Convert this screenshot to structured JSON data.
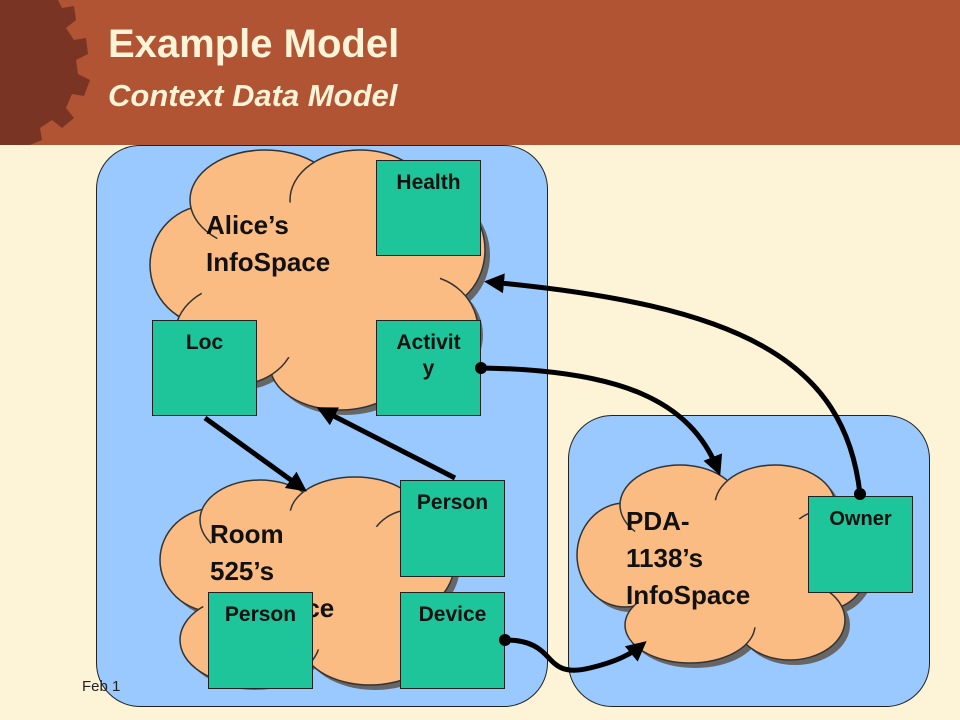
{
  "slide": {
    "title": "Example Model",
    "subtitle": "Context Data Model",
    "footer": "Feb 1"
  },
  "clouds": {
    "alice": "Alice’s\nInfoSpace",
    "room": "Room\n525’s\nInfoSpace",
    "pda": "PDA-\n1138’s\nInfoSpace"
  },
  "boxes": {
    "health": "Health",
    "loc": "Loc",
    "activity": "Activit\ny",
    "person_top": "Person",
    "person_bottom": "Person",
    "device": "Device",
    "owner": "Owner"
  },
  "colors": {
    "header": "#b05434",
    "background": "#fdf3d6",
    "container": "#99c9ff",
    "cloud": "#fbbc83",
    "box": "#1ec49a"
  }
}
